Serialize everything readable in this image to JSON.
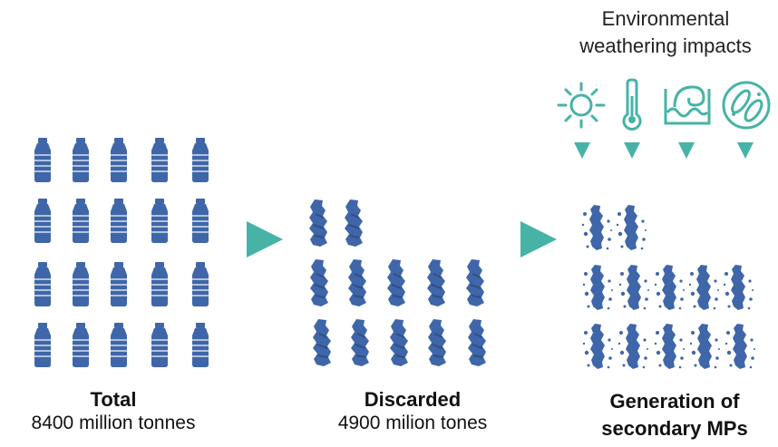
{
  "env": {
    "title_line1": "Environmental",
    "title_line2": "weathering impacts",
    "icons": [
      "sun-icon",
      "thermometer-icon",
      "wave-icon",
      "microbe-icon"
    ]
  },
  "total": {
    "label": "Total",
    "amount": "8400 million tonnes",
    "bottle_rows": 4,
    "bottle_cols": 5
  },
  "discarded": {
    "label": "Discarded",
    "amount": "4900 milion tones"
  },
  "generation": {
    "line1": "Generation of",
    "line2": "secondary MPs"
  },
  "colors": {
    "bottle": "#3f66a8",
    "bottle_dark": "#2f4f86",
    "accent": "#46b3a6"
  }
}
